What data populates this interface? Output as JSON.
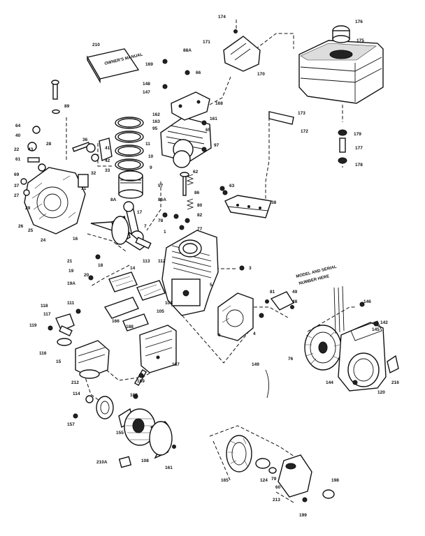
{
  "diagram": {
    "part_labels": [
      {
        "id": "p174",
        "text": "174"
      },
      {
        "id": "p171",
        "text": "171"
      },
      {
        "id": "p176",
        "text": "176"
      },
      {
        "id": "p175",
        "text": "175"
      },
      {
        "id": "p170",
        "text": "170"
      },
      {
        "id": "p210",
        "text": "210"
      },
      {
        "id": "p88a",
        "text": "88A"
      },
      {
        "id": "p169",
        "text": "169"
      },
      {
        "id": "p148",
        "text": "148"
      },
      {
        "id": "p147",
        "text": "147"
      },
      {
        "id": "p66",
        "text": "66"
      },
      {
        "id": "p89",
        "text": "89"
      },
      {
        "id": "p168",
        "text": "168"
      },
      {
        "id": "p162",
        "text": "162"
      },
      {
        "id": "p163",
        "text": "163"
      },
      {
        "id": "p161",
        "text": "161"
      },
      {
        "id": "p95",
        "text": "95"
      },
      {
        "id": "p97",
        "text": "97"
      },
      {
        "id": "p173",
        "text": "173"
      },
      {
        "id": "p172",
        "text": "172"
      },
      {
        "id": "p179",
        "text": "179"
      },
      {
        "id": "p177",
        "text": "177"
      },
      {
        "id": "p178",
        "text": "178"
      },
      {
        "id": "p11",
        "text": "11"
      },
      {
        "id": "p10",
        "text": "10"
      },
      {
        "id": "p9",
        "text": "9"
      },
      {
        "id": "p64",
        "text": "64"
      },
      {
        "id": "p40",
        "text": "40"
      },
      {
        "id": "p22",
        "text": "22"
      },
      {
        "id": "p43",
        "text": "43"
      },
      {
        "id": "p61",
        "text": "61"
      },
      {
        "id": "p37",
        "text": "37"
      },
      {
        "id": "p27",
        "text": "27"
      },
      {
        "id": "p69",
        "text": "69"
      },
      {
        "id": "p29",
        "text": "29"
      },
      {
        "id": "p26",
        "text": "26"
      },
      {
        "id": "p24",
        "text": "24"
      },
      {
        "id": "p25",
        "text": "25"
      },
      {
        "id": "p28",
        "text": "28"
      },
      {
        "id": "p36",
        "text": "36"
      },
      {
        "id": "p41",
        "text": "41"
      },
      {
        "id": "p42",
        "text": "42"
      },
      {
        "id": "p33",
        "text": "33"
      },
      {
        "id": "p32",
        "text": "32"
      },
      {
        "id": "p31",
        "text": "31"
      },
      {
        "id": "p8a",
        "text": "8A"
      },
      {
        "id": "p17",
        "text": "17"
      },
      {
        "id": "p7",
        "text": "7"
      },
      {
        "id": "p16",
        "text": "16"
      },
      {
        "id": "p21",
        "text": "21"
      },
      {
        "id": "p19",
        "text": "19"
      },
      {
        "id": "p19a",
        "text": "19A"
      },
      {
        "id": "p20",
        "text": "20"
      },
      {
        "id": "p14",
        "text": "14"
      },
      {
        "id": "p111",
        "text": "111"
      },
      {
        "id": "p118",
        "text": "118"
      },
      {
        "id": "p117",
        "text": "117"
      },
      {
        "id": "p119",
        "text": "119"
      },
      {
        "id": "p116",
        "text": "116"
      },
      {
        "id": "p15",
        "text": "15"
      },
      {
        "id": "p212",
        "text": "212"
      },
      {
        "id": "p114",
        "text": "114"
      },
      {
        "id": "p113",
        "text": "113"
      },
      {
        "id": "p112",
        "text": "112"
      },
      {
        "id": "p105",
        "text": "105"
      },
      {
        "id": "p166",
        "text": "166"
      },
      {
        "id": "p187",
        "text": "187"
      },
      {
        "id": "p188",
        "text": "188"
      },
      {
        "id": "p101",
        "text": "101"
      },
      {
        "id": "p189",
        "text": "189"
      },
      {
        "id": "p1",
        "text": "1"
      },
      {
        "id": "p3",
        "text": "3"
      },
      {
        "id": "p65",
        "text": "65"
      },
      {
        "id": "p62",
        "text": "62"
      },
      {
        "id": "p57",
        "text": "57"
      },
      {
        "id": "p86",
        "text": "86"
      },
      {
        "id": "p80",
        "text": "80"
      },
      {
        "id": "p86a",
        "text": "86A"
      },
      {
        "id": "p82",
        "text": "82"
      },
      {
        "id": "p78",
        "text": "78"
      },
      {
        "id": "p77",
        "text": "77"
      },
      {
        "id": "p63",
        "text": "63"
      },
      {
        "id": "p38",
        "text": "38"
      },
      {
        "id": "p5",
        "text": "5"
      },
      {
        "id": "p4",
        "text": "4"
      },
      {
        "id": "p6",
        "text": "6"
      },
      {
        "id": "p81",
        "text": "81"
      },
      {
        "id": "p49",
        "text": "49"
      },
      {
        "id": "p48",
        "text": "48"
      },
      {
        "id": "p76",
        "text": "76"
      },
      {
        "id": "p146",
        "text": "146"
      },
      {
        "id": "p142",
        "text": "142"
      },
      {
        "id": "p145",
        "text": "145"
      },
      {
        "id": "p149",
        "text": "149"
      },
      {
        "id": "p144",
        "text": "144"
      },
      {
        "id": "p216",
        "text": "216"
      },
      {
        "id": "p120",
        "text": "120"
      },
      {
        "id": "p18",
        "text": "18"
      },
      {
        "id": "p157",
        "text": "157"
      },
      {
        "id": "p155",
        "text": "155"
      },
      {
        "id": "p100",
        "text": "100"
      },
      {
        "id": "p108",
        "text": "108"
      },
      {
        "id": "p161b",
        "text": "161"
      },
      {
        "id": "p210a",
        "text": "210A"
      },
      {
        "id": "p165",
        "text": "165"
      },
      {
        "id": "p124",
        "text": "124"
      },
      {
        "id": "p79",
        "text": "79"
      },
      {
        "id": "p60",
        "text": "60"
      },
      {
        "id": "p198",
        "text": "198"
      },
      {
        "id": "p213",
        "text": "213"
      },
      {
        "id": "p199",
        "text": "199"
      }
    ],
    "booklet_text": "OWNER'S MANUAL",
    "decal_text": [
      "MODEL AND SERIAL",
      "NUMBER HERE"
    ]
  }
}
